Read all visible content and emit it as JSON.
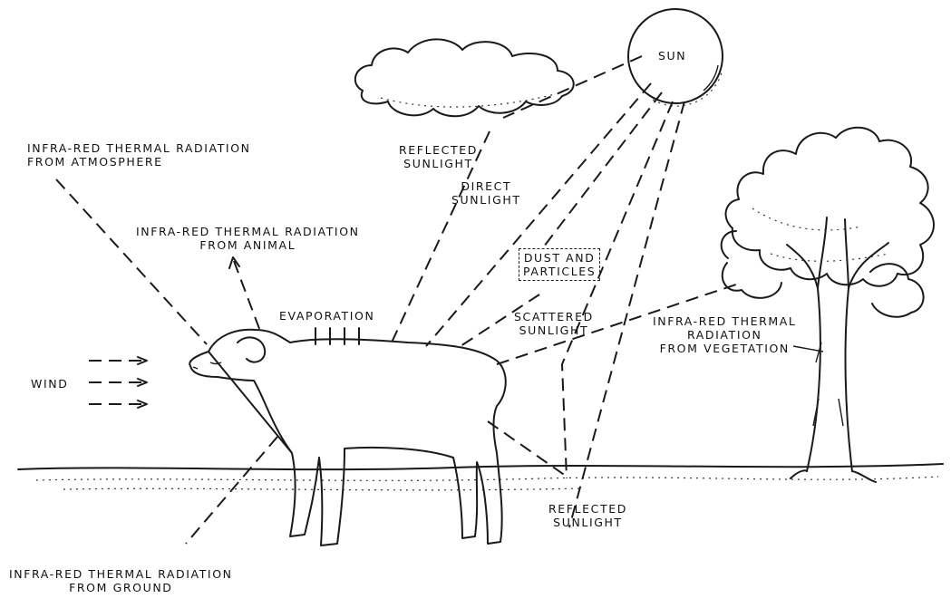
{
  "labels": {
    "sun": "SUN",
    "reflected_sunlight_cloud": [
      "REFLECTED",
      "SUNLIGHT"
    ],
    "direct_sunlight": [
      "DIRECT",
      "SUNLIGHT"
    ],
    "dust_particles": [
      "DUST AND",
      "PARTICLES"
    ],
    "scattered_sunlight": [
      "SCATTERED",
      "SUNLIGHT"
    ],
    "ir_atmosphere": [
      "INFRA-RED THERMAL RADIATION",
      "FROM ATMOSPHERE"
    ],
    "ir_animal": [
      "INFRA-RED THERMAL RADIATION",
      "FROM ANIMAL"
    ],
    "evaporation": "EVAPORATION",
    "wind": "WIND",
    "ir_vegetation": [
      "INFRA-RED THERMAL",
      "RADIATION",
      "FROM VEGETATION"
    ],
    "reflected_sunlight_ground": [
      "REFLECTED",
      "SUNLIGHT"
    ],
    "ir_ground": [
      "INFRA-RED THERMAL RADIATION",
      "FROM GROUND"
    ]
  }
}
